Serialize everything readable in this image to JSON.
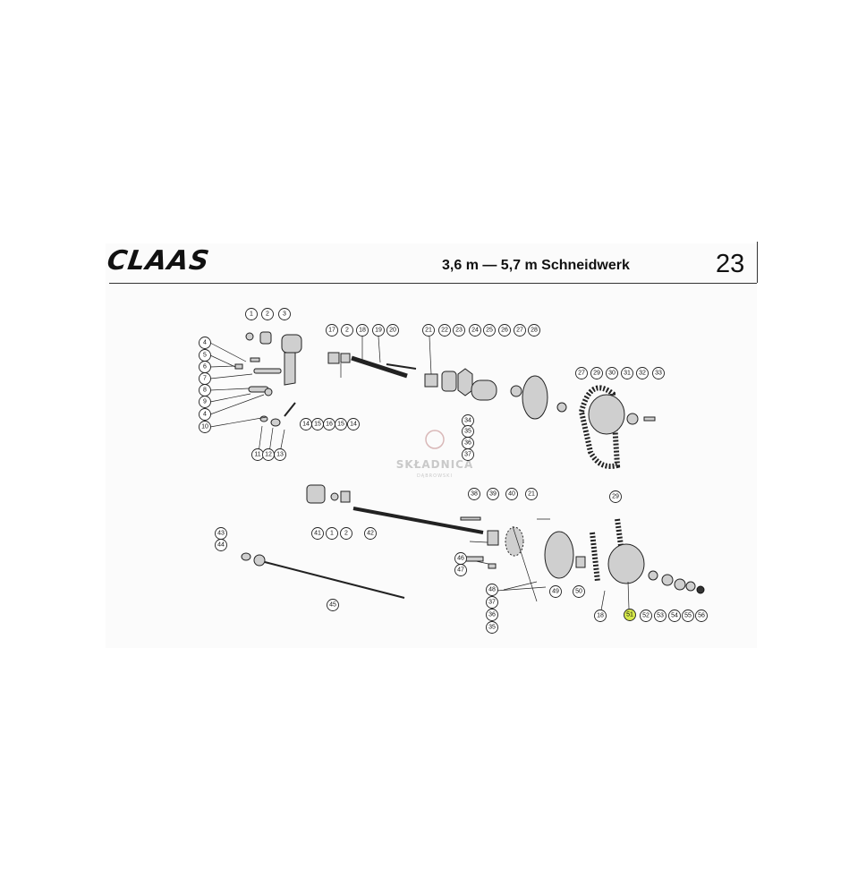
{
  "header": {
    "brand": "CLAAS",
    "title": "3,6 m — 5,7 m Schneidwerk",
    "page_number": "23"
  },
  "watermark": {
    "name": "SKŁADNICA",
    "sub": "DĄBROWSKI"
  },
  "callouts": [
    "1",
    "2",
    "3",
    "4",
    "5",
    "6",
    "7",
    "8",
    "9",
    "4",
    "10",
    "11",
    "12",
    "13",
    "14",
    "15",
    "16",
    "15",
    "14",
    "17",
    "2",
    "18",
    "19",
    "20",
    "21",
    "22",
    "23",
    "24",
    "25",
    "26",
    "27",
    "28",
    "27",
    "29",
    "30",
    "31",
    "32",
    "33",
    "34",
    "35",
    "36",
    "37",
    "41",
    "1",
    "2",
    "42",
    "38",
    "39",
    "40",
    "21",
    "43",
    "44",
    "45",
    "46",
    "47",
    "48",
    "37",
    "36",
    "35",
    "49",
    "50",
    "18",
    "29",
    "51",
    "52",
    "53",
    "54",
    "55",
    "56"
  ],
  "highlighted_callout": "51",
  "colors": {
    "highlight": "#d6e94a",
    "ink": "#222222"
  }
}
